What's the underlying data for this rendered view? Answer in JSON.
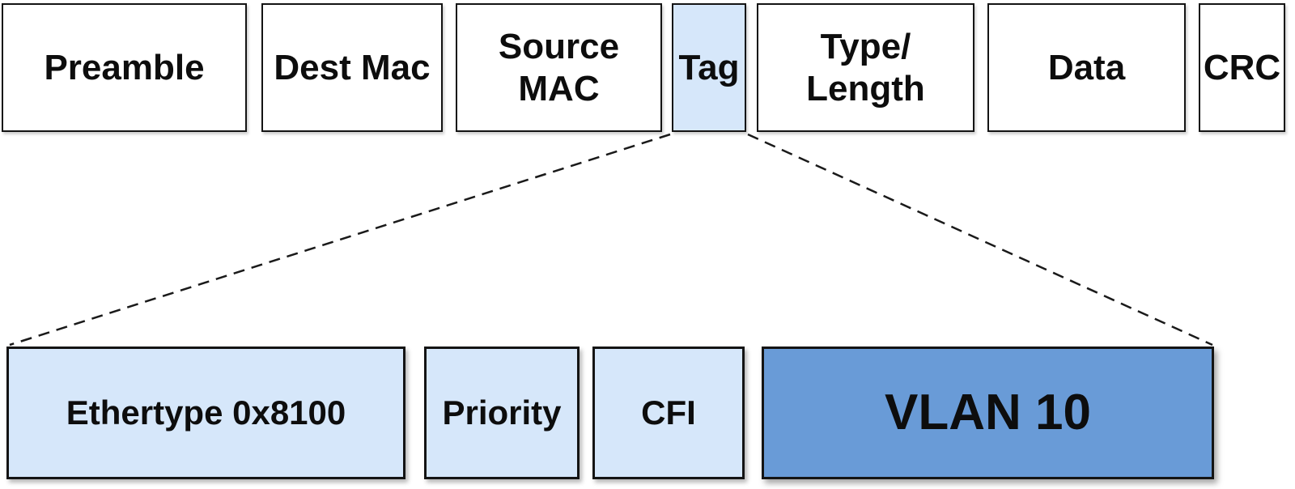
{
  "diagram": {
    "description": "Ethernet frame with 802.1Q VLAN tag expansion",
    "colors": {
      "box_white": "#ffffff",
      "box_light_blue": "#d6e7fa",
      "box_medium_blue": "#699bd7",
      "border_black": "#141414"
    },
    "frame_row": {
      "preamble": {
        "line1": "Preamble"
      },
      "dest_mac": {
        "line1": "Dest Mac"
      },
      "source_mac": {
        "line1": "Source",
        "line2": "MAC"
      },
      "tag": {
        "line1": "Tag"
      },
      "type_length": {
        "line1": "Type/",
        "line2": "Length"
      },
      "data": {
        "line1": "Data"
      },
      "crc": {
        "line1": "CRC"
      }
    },
    "tag_detail_row": {
      "ethertype": {
        "line1": "Ethertype 0x8100"
      },
      "priority": {
        "line1": "Priority"
      },
      "cfi": {
        "line1": "CFI"
      },
      "vlan": {
        "line1": "VLAN 10"
      }
    }
  }
}
